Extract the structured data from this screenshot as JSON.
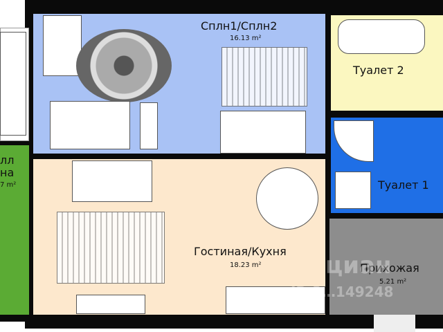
{
  "rooms": [
    {
      "name": "Сплн1/Сплн2",
      "area": "16.13 m²",
      "color": "#a9c2f5"
    },
    {
      "name": "Туалет 2",
      "area": "",
      "color": "#fbf7c0"
    },
    {
      "name": "Туалет 1",
      "area": "",
      "color": "#1f6fe6"
    },
    {
      "name": "Гостиная/Кухня",
      "area": "18.23 m²",
      "color": "#fde8cd"
    },
    {
      "name": "Прихожая",
      "area": "5.21 m²",
      "color": "#8d8d8d"
    },
    {
      "name_line1": "лл",
      "name_line2": "на",
      "area": "7 m²",
      "color": "#5bab34"
    }
  ],
  "watermark": {
    "brand": "циан",
    "id": "ID 3…149248"
  }
}
